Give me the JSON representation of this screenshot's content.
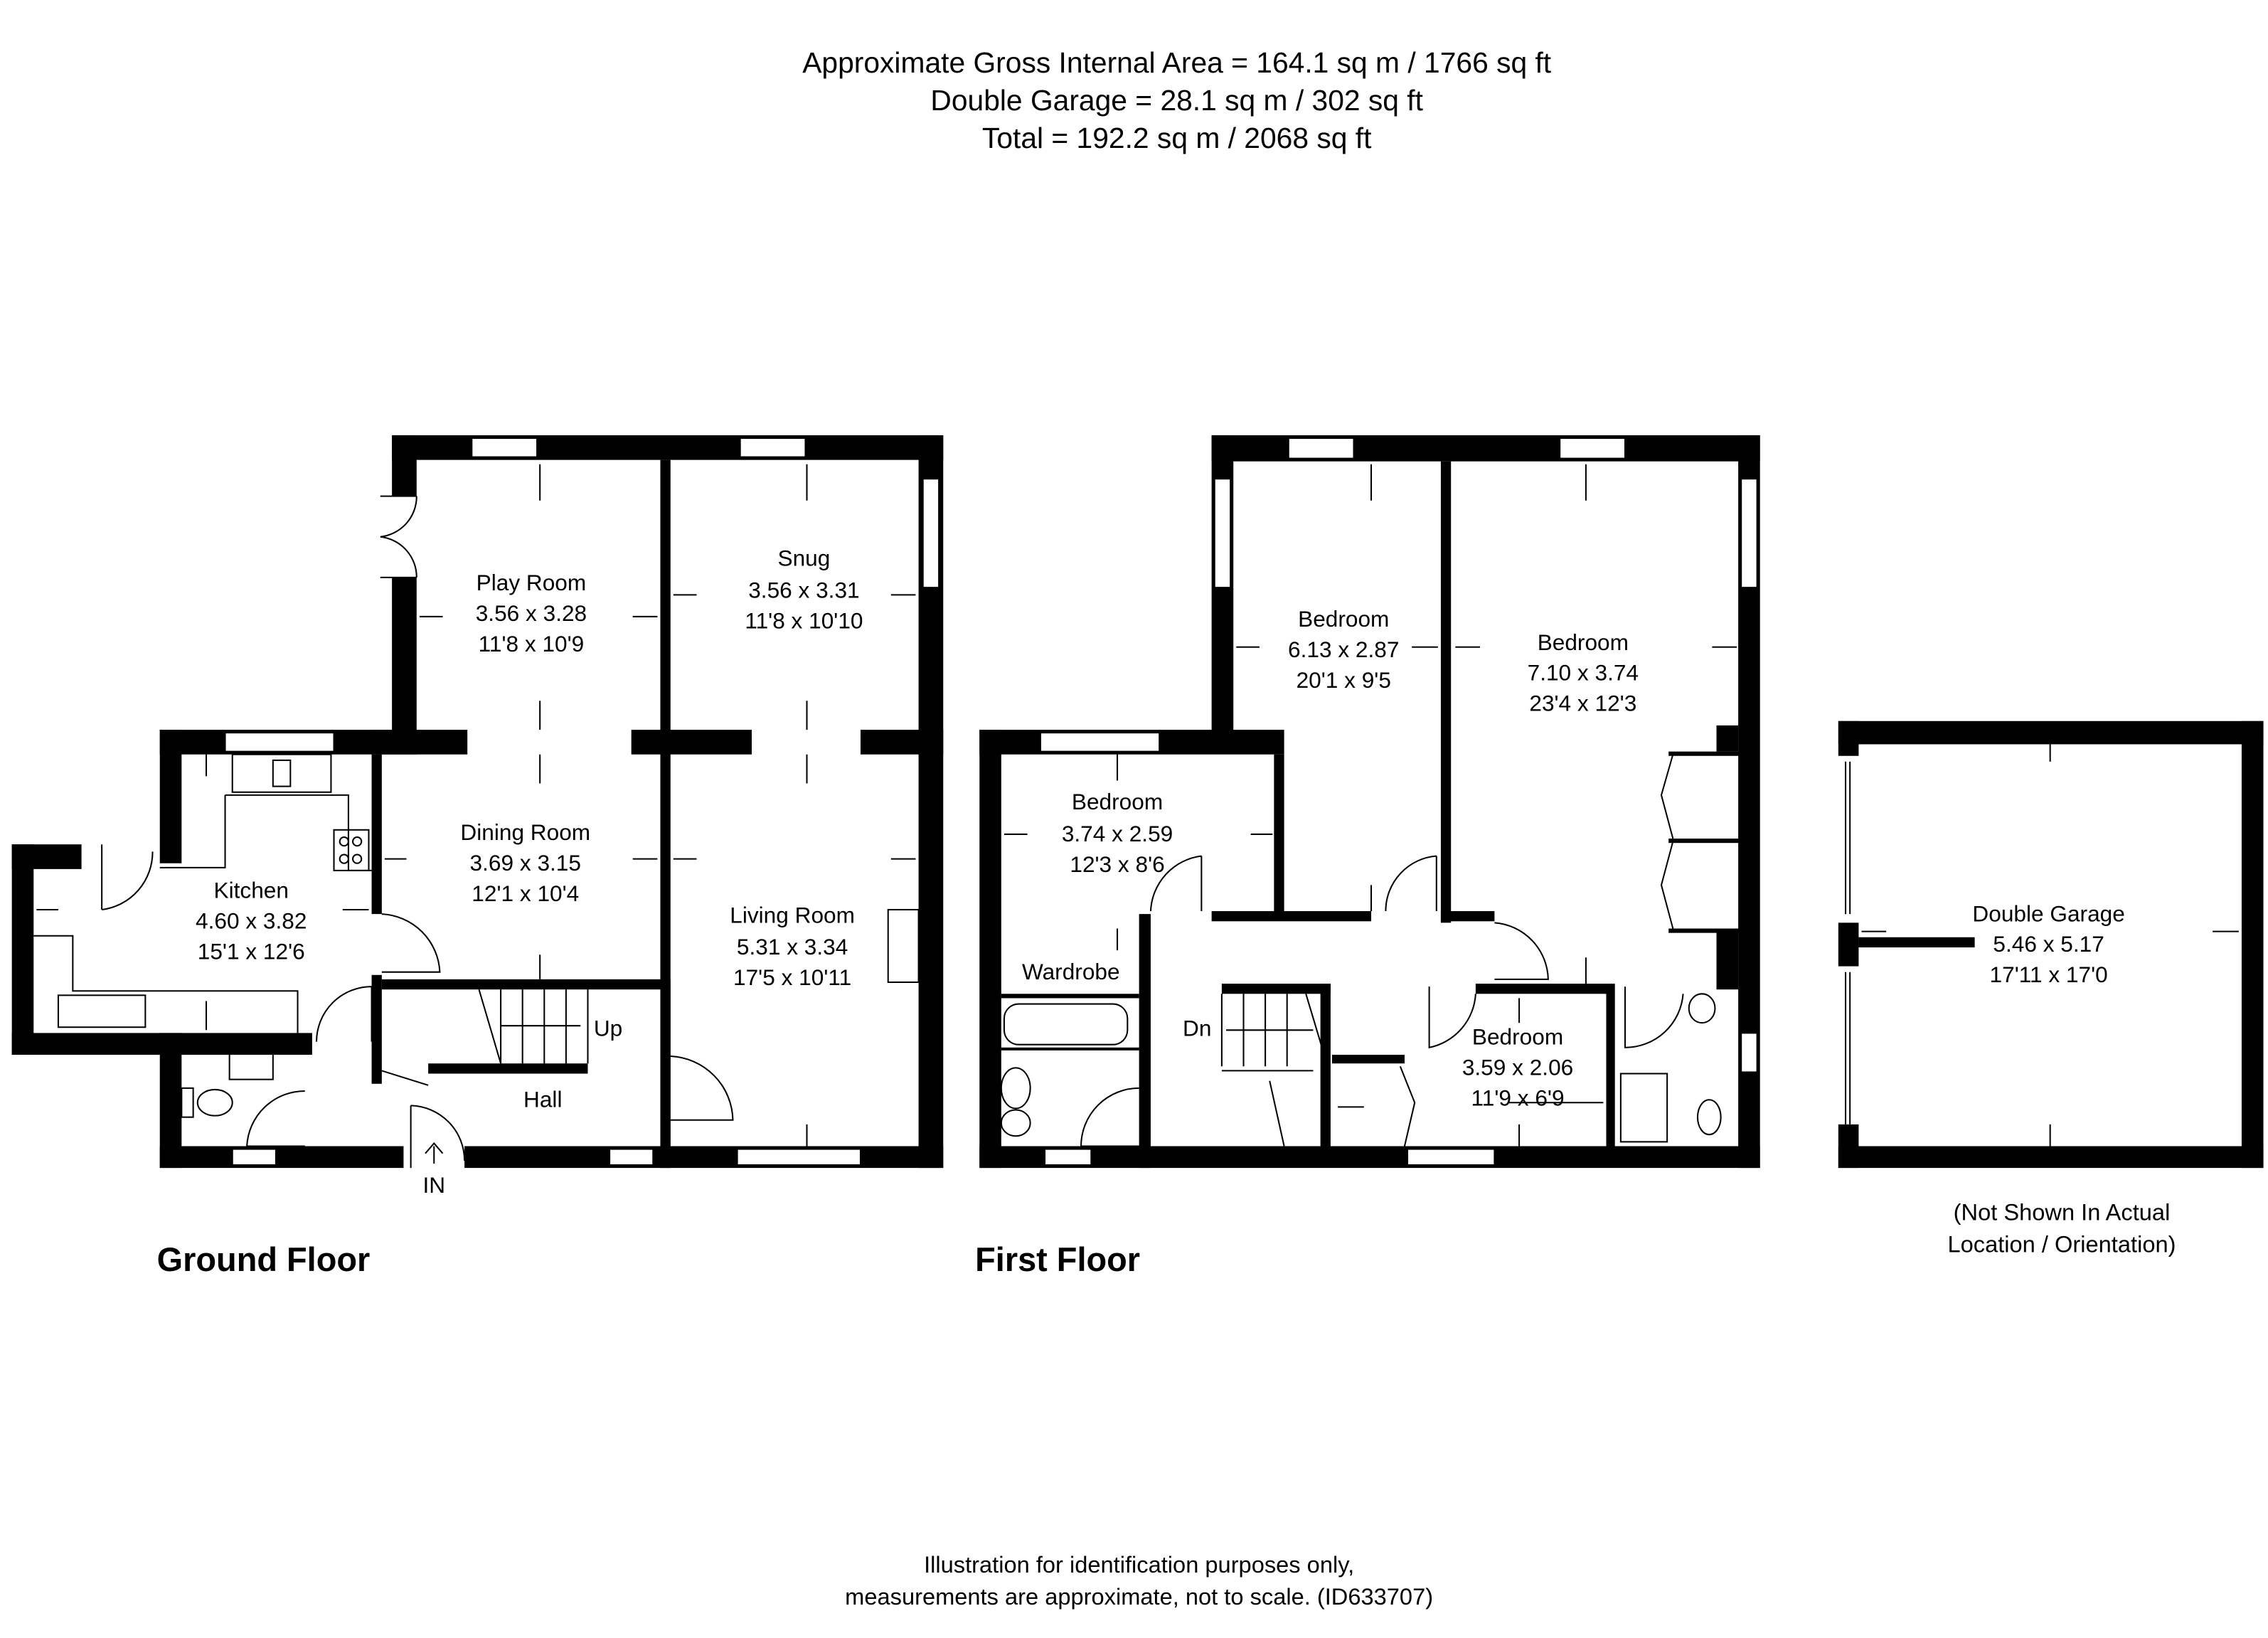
{
  "header": {
    "line1": "Approximate Gross Internal Area = 164.1 sq m / 1766 sq ft",
    "line2": "Double Garage = 28.1 sq m / 302 sq ft",
    "line3": "Total = 192.2 sq m / 2068 sq ft"
  },
  "ground_floor": {
    "label": "Ground Floor",
    "entrance": "IN",
    "stairs": "Up",
    "rooms": {
      "play_room": {
        "name": "Play Room",
        "metric": "3.56 x 3.28",
        "imperial": "11'8 x 10'9"
      },
      "snug": {
        "name": "Snug",
        "metric": "3.56 x 3.31",
        "imperial": "11'8 x 10'10"
      },
      "dining_room": {
        "name": "Dining Room",
        "metric": "3.69 x 3.15",
        "imperial": "12'1 x 10'4"
      },
      "kitchen": {
        "name": "Kitchen",
        "metric": "4.60 x 3.82",
        "imperial": "15'1 x 12'6"
      },
      "living_room": {
        "name": "Living Room",
        "metric": "5.31 x 3.34",
        "imperial": "17'5 x 10'11"
      },
      "hall": {
        "name": "Hall"
      }
    }
  },
  "first_floor": {
    "label": "First Floor",
    "stairs": "Dn",
    "rooms": {
      "bedroom_a": {
        "name": "Bedroom",
        "metric": "6.13 x 2.87",
        "imperial": "20'1 x 9'5"
      },
      "bedroom_b": {
        "name": "Bedroom",
        "metric": "7.10 x 3.74",
        "imperial": "23'4 x 12'3"
      },
      "bedroom_c": {
        "name": "Bedroom",
        "metric": "3.74 x 2.59",
        "imperial": "12'3 x 8'6"
      },
      "bedroom_d": {
        "name": "Bedroom",
        "metric": "3.59 x 2.06",
        "imperial": "11'9 x 6'9"
      },
      "wardrobe": {
        "name": "Wardrobe"
      }
    }
  },
  "garage": {
    "name": "Double Garage",
    "metric": "5.46 x 5.17",
    "imperial": "17'11 x 17'0",
    "note_line1": "(Not Shown In Actual",
    "note_line2": "Location / Orientation)"
  },
  "footer": {
    "line1": "Illustration for identification purposes only,",
    "line2": "measurements are approximate, not to scale. (ID633707)"
  }
}
